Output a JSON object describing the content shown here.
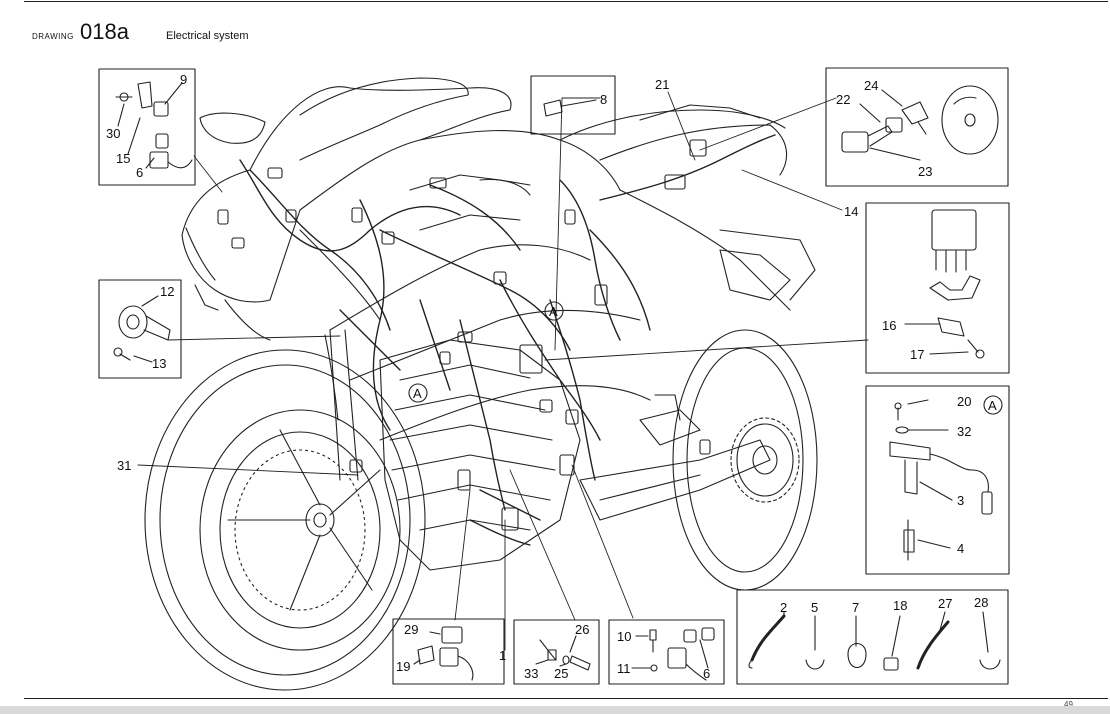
{
  "header": {
    "label": "DRAWING",
    "number": "018a",
    "title": "Electrical system"
  },
  "page_number": "49",
  "callouts": {
    "c1": "1",
    "c2": "2",
    "c3": "3",
    "c4": "4",
    "c5": "5",
    "c6a": "6",
    "c6b": "6",
    "c7": "7",
    "c8": "8",
    "c9": "9",
    "c10": "10",
    "c11": "11",
    "c12": "12",
    "c13": "13",
    "c14": "14",
    "c15": "15",
    "c16": "16",
    "c17": "17",
    "c18": "18",
    "c19": "19",
    "c20": "20",
    "c21": "21",
    "c22": "22",
    "c23": "23",
    "c24": "24",
    "c25": "25",
    "c26": "26",
    "c27": "27",
    "c28": "28",
    "c29": "29",
    "c30": "30",
    "c31": "31",
    "c32": "32",
    "c33": "33"
  },
  "markers": {
    "a1": "A",
    "a2": "A",
    "a3": "A"
  }
}
